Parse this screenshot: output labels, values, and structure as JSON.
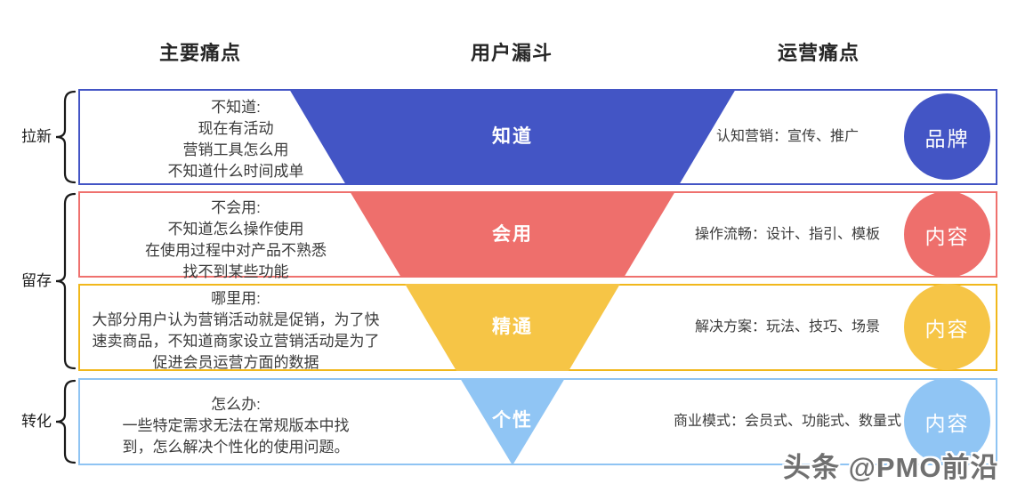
{
  "headers": {
    "left": "主要痛点",
    "center": "用户漏斗",
    "right": "运营痛点"
  },
  "groups": [
    {
      "label": "拉新"
    },
    {
      "label": "留存"
    },
    {
      "label": "转化"
    }
  ],
  "rows": [
    {
      "color": "#4355C5",
      "border_color": "#4355C5",
      "left_lines": [
        "不知道:",
        "现在有活动",
        "营销工具怎么用",
        "不知道什么时间成单"
      ],
      "funnel_label": "知道",
      "right_text": "认知营销：宣传、推广",
      "circle_label": "品牌"
    },
    {
      "color": "#EE6F6C",
      "border_color": "#EF716E",
      "left_lines": [
        "不会用:",
        "不知道怎么操作使用",
        "在使用过程中对产品不熟悉",
        "找不到某些功能"
      ],
      "funnel_label": "会用",
      "right_text": "操作流畅：设计、指引、模板",
      "circle_label": "内容"
    },
    {
      "color": "#F6C546",
      "border_color": "#F1B81C",
      "left_lines": [
        "哪里用:",
        "大部分用户认为营销活动就是促销，为了快",
        "速卖商品，不知道商家设立营销活动是为了",
        "促进会员运营方面的数据"
      ],
      "funnel_label": "精通",
      "right_text": "解决方案：玩法、技巧、场景",
      "circle_label": "内容"
    },
    {
      "color": "#90C5F4",
      "border_color": "#8FC4F3",
      "left_lines": [
        "怎么办:",
        "一些特定需求无法在常规版本中找",
        "到，怎么解决个性化的使用问题。"
      ],
      "funnel_label": "个性",
      "right_text": "商业模式：会员式、功能式、数量式",
      "circle_label": "内容"
    }
  ],
  "watermark": "头条 @PMO前沿"
}
